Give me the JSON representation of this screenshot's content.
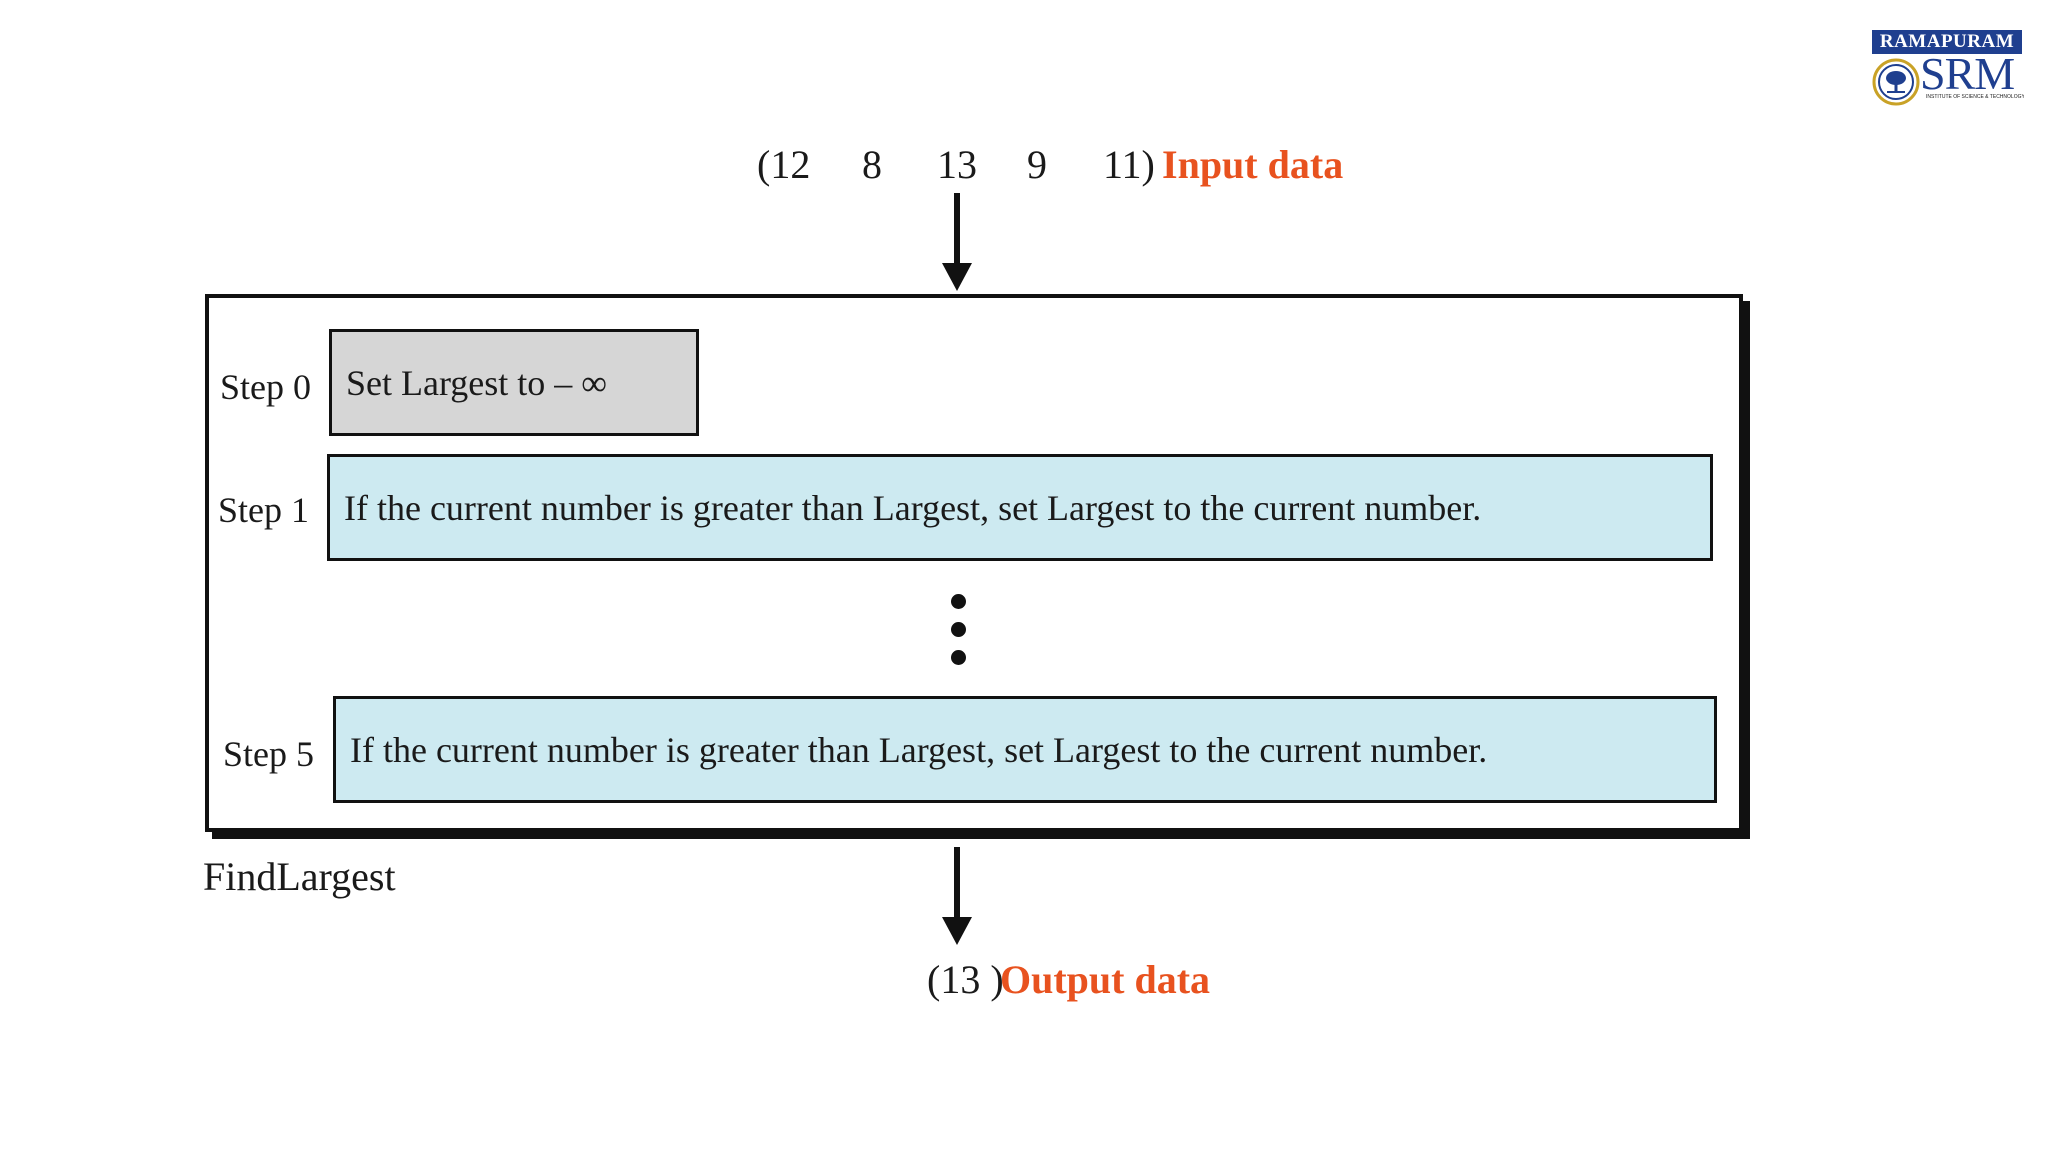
{
  "logo": {
    "banner": "RAMAPURAM",
    "wordmark": "SRM",
    "subtitle": "INSTITUTE OF SCIENCE & TECHNOLOGY"
  },
  "input": {
    "numbers": [
      "(12",
      "8",
      "13",
      "9",
      "11)"
    ],
    "label": "Input data",
    "label_color": "#e8521f"
  },
  "process": {
    "name": "FindLargest",
    "steps": [
      {
        "label": "Step 0",
        "text": "Set Largest to – ∞",
        "fill": "#d6d6d6"
      },
      {
        "label": "Step 1",
        "text": "If the current number is greater than Largest, set Largest to the current number.",
        "fill": "#cdeaf1"
      },
      {
        "label": "Step 5",
        "text": "If the current number is greater than Largest, set Largest to the current number.",
        "fill": "#cdeaf1"
      }
    ]
  },
  "output": {
    "value": "(13 )",
    "label": "Output data",
    "label_color": "#e8521f"
  }
}
